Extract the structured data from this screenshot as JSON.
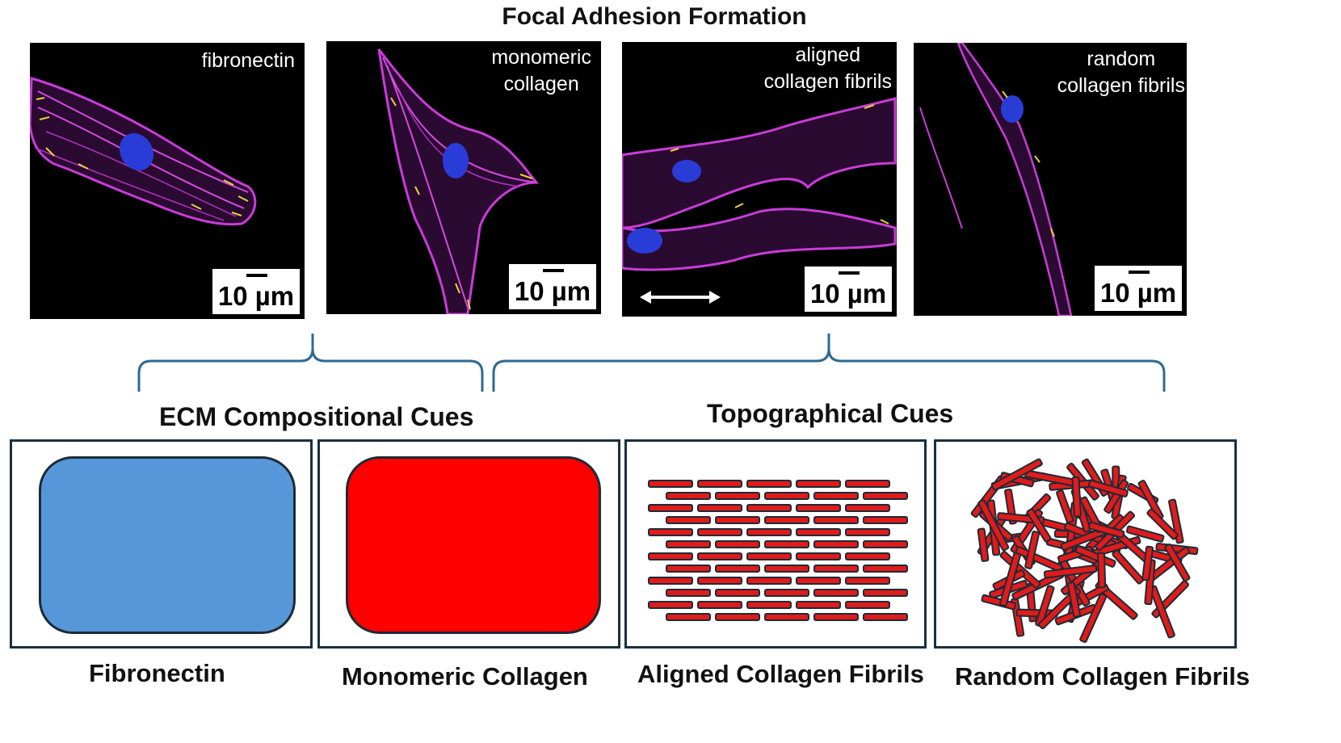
{
  "title": "Focal Adhesion Formation",
  "images": [
    {
      "label": "fibronectin",
      "scale": "10 µm"
    },
    {
      "label": "monomeric\ncollagen",
      "scale": "10 µm"
    },
    {
      "label": "aligned\ncollagen fibrils",
      "scale": "10 µm"
    },
    {
      "label": "random\ncollagen fibrils",
      "scale": "10 µm"
    }
  ],
  "groups": {
    "ecm": "ECM Compositional Cues",
    "topo": "Topographical Cues"
  },
  "panels": [
    {
      "label": "Fibronectin",
      "fill": "#5597d8"
    },
    {
      "label": "Monomeric Collagen",
      "fill": "#ff0000"
    },
    {
      "label": "Aligned Collagen Fibrils",
      "fill": "#e01b1b"
    },
    {
      "label": "Random Collagen Fibrils",
      "fill": "#e01b1b"
    }
  ],
  "colors": {
    "actin": "#c83cd8",
    "nucleus": "#2a3cd8",
    "adhesion": "#e6d23a",
    "bracket": "#2d6b8f",
    "panel_border": "#17303f"
  }
}
